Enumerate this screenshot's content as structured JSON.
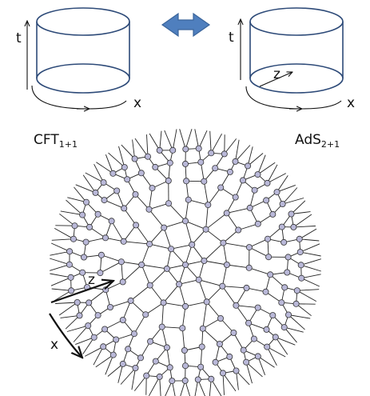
{
  "figure": {
    "left_panel": {
      "time_label": "t",
      "space_label": "x",
      "theory_name": "CFT",
      "theory_dims": "1+1"
    },
    "right_panel": {
      "time_label": "t",
      "space_label": "x",
      "radial_label": "z",
      "theory_name": "AdS",
      "theory_dims": "2+1"
    },
    "network": {
      "radial_label": "z",
      "space_label": "x"
    }
  },
  "colors": {
    "cylinder": "#2d4a78",
    "double_arrow_fill": "#4f7fbe",
    "double_arrow_stroke": "#3a649a",
    "node_fill": "#b9b8d8",
    "line": "#111111"
  },
  "icons": {
    "equivalence": "double-headed-arrow-icon"
  }
}
